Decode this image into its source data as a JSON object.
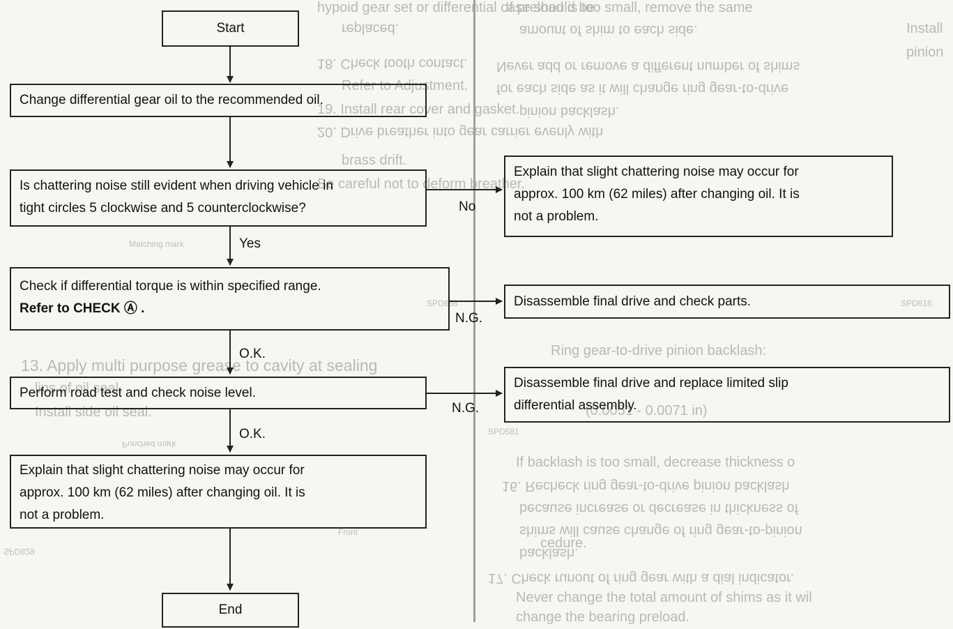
{
  "flowchart": {
    "start": "Start",
    "step1": "Change differential gear oil to the recommended oil.",
    "question_line1": "Is chattering noise still evident when driving vehicle in",
    "question_line2": "tight circles 5 clockwise and 5 counterclockwise?",
    "no_label": "No",
    "yes_label": "Yes",
    "no_result_line1": "Explain that slight chattering noise may occur for",
    "no_result_line2": "approx. 100 km (62 miles) after changing oil.  It is",
    "no_result_line3": "not a problem.",
    "check_line1": "Check if differential torque is within specified range.",
    "check_line2": "Refer to CHECK Ⓐ .",
    "ng_label_1": "N.G.",
    "ng_result_1": "Disassemble final drive and check parts.",
    "ok_label_1": "O.K.",
    "road_test": "Perform road test and check noise level.",
    "ng_label_2": "N.G.",
    "ng_result_2_line1": "Disassemble final drive and replace limited slip",
    "ng_result_2_line2": "differential assembly.",
    "ok_label_2": "O.K.",
    "final_line1": "Explain that slight chattering noise may occur for",
    "final_line2": "approx. 100 km (62 miles) after changing oil.  It is",
    "final_line3": "not a problem.",
    "end": "End"
  },
  "bleed_through": {
    "left_1": "hypoid gear set or differential case should be",
    "left_2": "replaced.",
    "left_3": "18. Check tooth contact.",
    "left_4": "Refer to Adjustment.",
    "left_5": "19. Install rear cover and gasket.",
    "left_6": "20. Drive breather into gear carrier evenly with",
    "left_7": "brass drift.",
    "left_8": "Be careful not to deform breather.",
    "left_9": "Matching mark",
    "left_10": "13. Apply multi purpose grease to cavity at sealing",
    "left_11": "lips of oil seal.",
    "left_12": "Install side oil seal.",
    "left_13": "Punched mark",
    "left_14": "Front",
    "left_15": "SPD829",
    "left_16": "SPD658",
    "right_1": "If preload is too small, remove the same",
    "right_2": "amount of shim to each side.",
    "right_3": "Never add or remove a different number of shims",
    "right_4": "for each side as it will change ring gear-to-drive",
    "right_5": "pinion backlash.",
    "right_6": "Ring gear-to-drive pinion backlash:",
    "right_7": "(0.0051 - 0.0071 in)",
    "right_8": "SPD581",
    "right_9": "If backlash is too small, decrease thickness o",
    "right_10": "16. Recheck ring gear-to-drive pinion backlash",
    "right_11": "because increase or decrease in thickness of",
    "right_12": "shims will cause change of ring gear-to-pinion",
    "right_13": "backlash.",
    "right_14": "17. Check runout of ring gear with a dial indicator.",
    "right_15": "Never change the total amount of shims as it wil",
    "right_16": "change the bearing preload.",
    "right_17": "cedure.",
    "right_18": "SPD616",
    "right_19": "Install",
    "right_20": "pinion"
  }
}
